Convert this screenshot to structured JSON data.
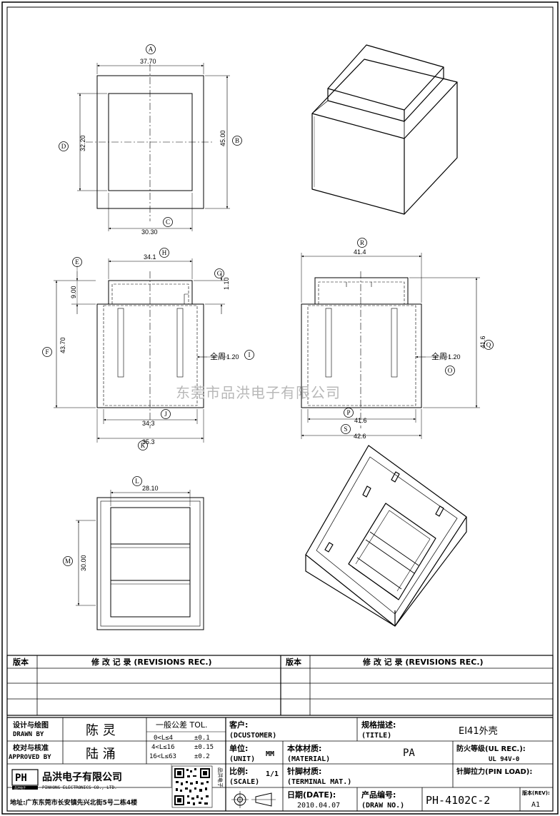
{
  "drawing": {
    "dims": {
      "A": "37.70",
      "B": "45.00",
      "C": "30.30",
      "D": "32.20",
      "E": "9.00",
      "F": "43.70",
      "G": "1.10",
      "H": "34.1",
      "I": "1.20",
      "J": "34.3",
      "K": "35.3",
      "L": "28.10",
      "M": "30.00",
      "N": "1.20",
      "P": "41.6",
      "Q": "41.6",
      "R": "41.4",
      "S": "42.6"
    },
    "letters": {
      "A": "A",
      "B": "B",
      "C": "C",
      "D": "D",
      "E": "E",
      "F": "F",
      "G": "G",
      "H": "H",
      "I": "I",
      "J": "J",
      "K": "K",
      "L": "L",
      "M": "M",
      "O": "O",
      "P": "P",
      "Q": "Q",
      "R": "R",
      "S": "S"
    },
    "wall_label": "全周",
    "watermark": "东莞市品洪电子有限公司"
  },
  "revisions": {
    "version_header": "版本",
    "record_header": "修 改 记 录 (REVISIONS REC.)"
  },
  "title_block": {
    "designer_label": "设计与绘图",
    "designer_label_en": "DRAWN BY",
    "designer_name": "陈 灵",
    "checker_label": "校对与核准",
    "checker_label_en": "APPROVED BY",
    "checker_name": "陆 涌",
    "tolerance_title": "一般公差 TOL.",
    "tolerance_rows": [
      {
        "range": "0<L≤4",
        "value": "±0.1"
      },
      {
        "range": "4<L≤16",
        "value": "±0.15"
      },
      {
        "range": "16<L≤63",
        "value": "±0.2"
      }
    ],
    "customer_label": "客户:",
    "customer_label_en": "(DCUSTOMER)",
    "spec_label": "规格描述:",
    "spec_label_en": "(TITLE)",
    "spec_value": "EI41外壳",
    "unit_label": "单位:",
    "unit_label_en": "(UNIT)",
    "unit_value": "MM",
    "material_label": "本体材质:",
    "material_label_en": "(MATERIAL)",
    "material_value": "PA",
    "fire_label": "防火等级(UL REC.):",
    "fire_value": "UL 94V-0",
    "scale_label": "比例:",
    "scale_label_en": "(SCALE)",
    "scale_value": "1/1",
    "terminal_label": "针脚材质:",
    "terminal_label_en": "(TERMINAL MAT.)",
    "pinload_label": "针脚拉力(PIN LOAD):",
    "date_label": "日期(DATE):",
    "date_value": "2010.04.07",
    "drawno_label": "产品编号:",
    "drawno_label_en": "(DRAW NO.)",
    "drawno_value": "PH-4102C-2",
    "rev_label": "版本(REV):",
    "rev_value": "A1",
    "company_logo": "PH",
    "company_logo_sub": "品洪电子",
    "company_name": "品洪电子有限公司",
    "company_name_en": "PINHONG ELECTRONICS CO., LTD.",
    "address": "地址:广东东莞市长安镇先兴北街5号二栋4楼",
    "qr_caption": "品洪电子"
  }
}
